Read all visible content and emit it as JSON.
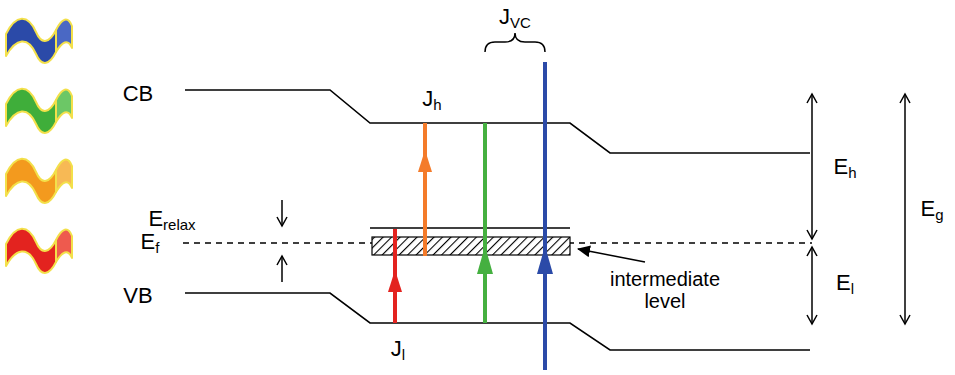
{
  "diagram": {
    "labels": [
      "CB",
      "Jh",
      "JVC",
      "Erelax",
      "Ef",
      "VB",
      "Jl",
      "intermediate level",
      "Eh",
      "El",
      "Eg"
    ]
  }
}
